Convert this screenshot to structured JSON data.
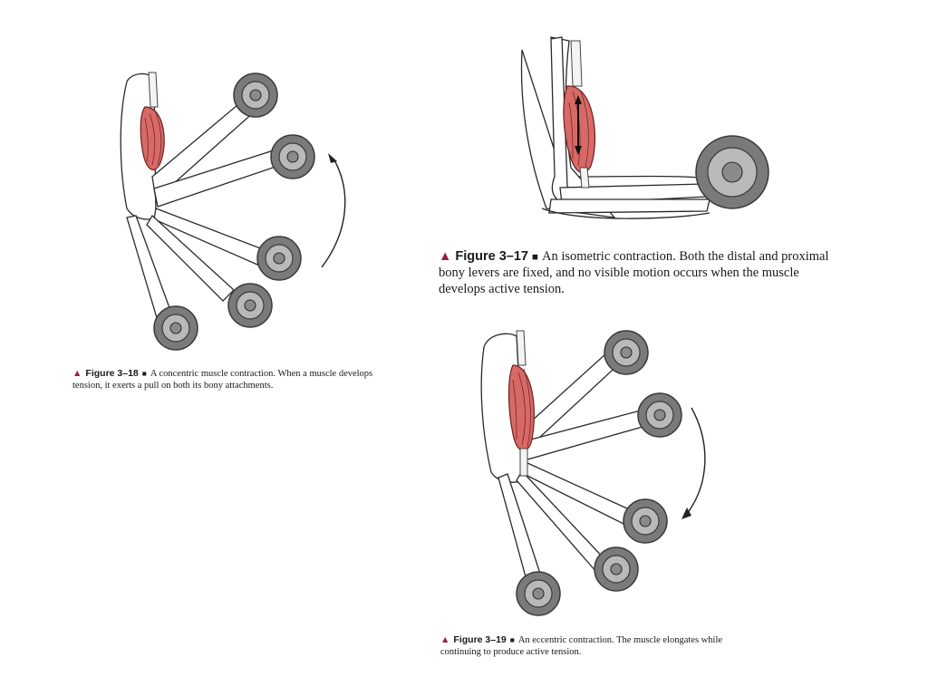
{
  "figures": [
    {
      "id": "fig-3-18",
      "label": "Figure 3–18",
      "text": "A concentric muscle contraction. When a muscle develops tension, it exerts a pull on both its bony attachments."
    },
    {
      "id": "fig-3-17",
      "label": "Figure 3–17",
      "text": "An isometric contraction. Both the distal and proximal bony levers are fixed, and no visible motion occurs when the muscle develops active tension."
    },
    {
      "id": "fig-3-19",
      "label": "Figure 3–19",
      "text": "An eccentric contraction. The muscle elongates while continuing to produce active tension."
    }
  ],
  "colors": {
    "triangle": "#9b1b45",
    "muscle": "#d76a66",
    "weight": "#7a7a7a"
  }
}
